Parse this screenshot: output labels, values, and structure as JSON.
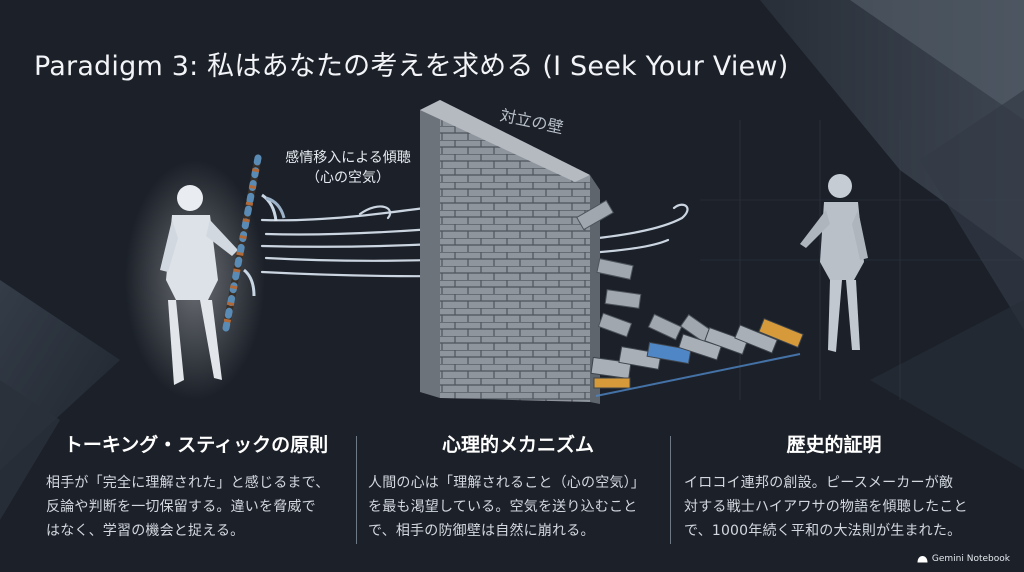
{
  "title": "Paradigm 3: 私はあなたの考えを求める (I Seek Your View)",
  "illustration": {
    "wall_label": "対立の壁",
    "wind_label_line1": "感情移入による傾聴",
    "wind_label_line2": "（心の空気）"
  },
  "columns": [
    {
      "heading": "トーキング・スティックの原則",
      "lines": [
        "相手が「完全に理解された」と感じるまで、",
        "反論や判断を一切保留する。違いを脅威で",
        "はなく、学習の機会と捉える。"
      ]
    },
    {
      "heading": "心理的メカニズム",
      "lines": [
        "人間の心は「理解されること（心の空気）」",
        "を最も渇望している。空気を送り込むこと",
        "で、相手の防御壁は自然に崩れる。"
      ]
    },
    {
      "heading": "歴史的証明",
      "lines": [
        "イロコイ連邦の創設。ピースメーカーが敵",
        "対する戦士ハイアワサの物語を傾聴したこと",
        "で、1000年続く平和の大法則が生まれた。"
      ]
    }
  ],
  "badge": {
    "label": "Gemini Notebook"
  },
  "colors": {
    "background": "#1c2129",
    "wind": "#dfe9f5",
    "brick": "#8e949c",
    "accent_orange": "#d79a3a",
    "accent_blue": "#4f86c6"
  }
}
